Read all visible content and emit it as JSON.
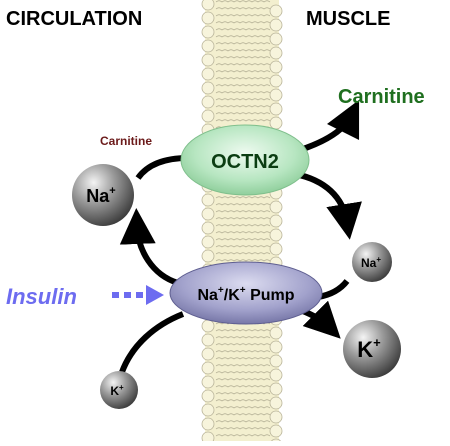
{
  "headers": {
    "left": "CIRCULATION",
    "right": "MUSCLE"
  },
  "transporter": {
    "name": "OCTN2",
    "substrate_in": "Carnitine",
    "substrate_out": "Carnitine"
  },
  "pump": {
    "ion1": "Na",
    "ion1_charge": "+",
    "ion2": "K",
    "ion2_charge": "+",
    "word": "Pump"
  },
  "ions": {
    "na_left": {
      "symbol": "Na",
      "charge": "+"
    },
    "na_right": {
      "symbol": "Na",
      "charge": "+"
    },
    "k_big": {
      "symbol": "K",
      "charge": "+"
    },
    "k_small": {
      "symbol": "K",
      "charge": "+"
    }
  },
  "stimulus": {
    "label": "Insulin"
  },
  "colors": {
    "carnitine_out": "#1f6f1f",
    "carnitine_in": "#6b1a1a",
    "insulin": "#6d6cf0",
    "octn2_fill": "#a9dfb5",
    "pump_fill": "#9e9ec6",
    "membrane": "#f3efcf"
  }
}
